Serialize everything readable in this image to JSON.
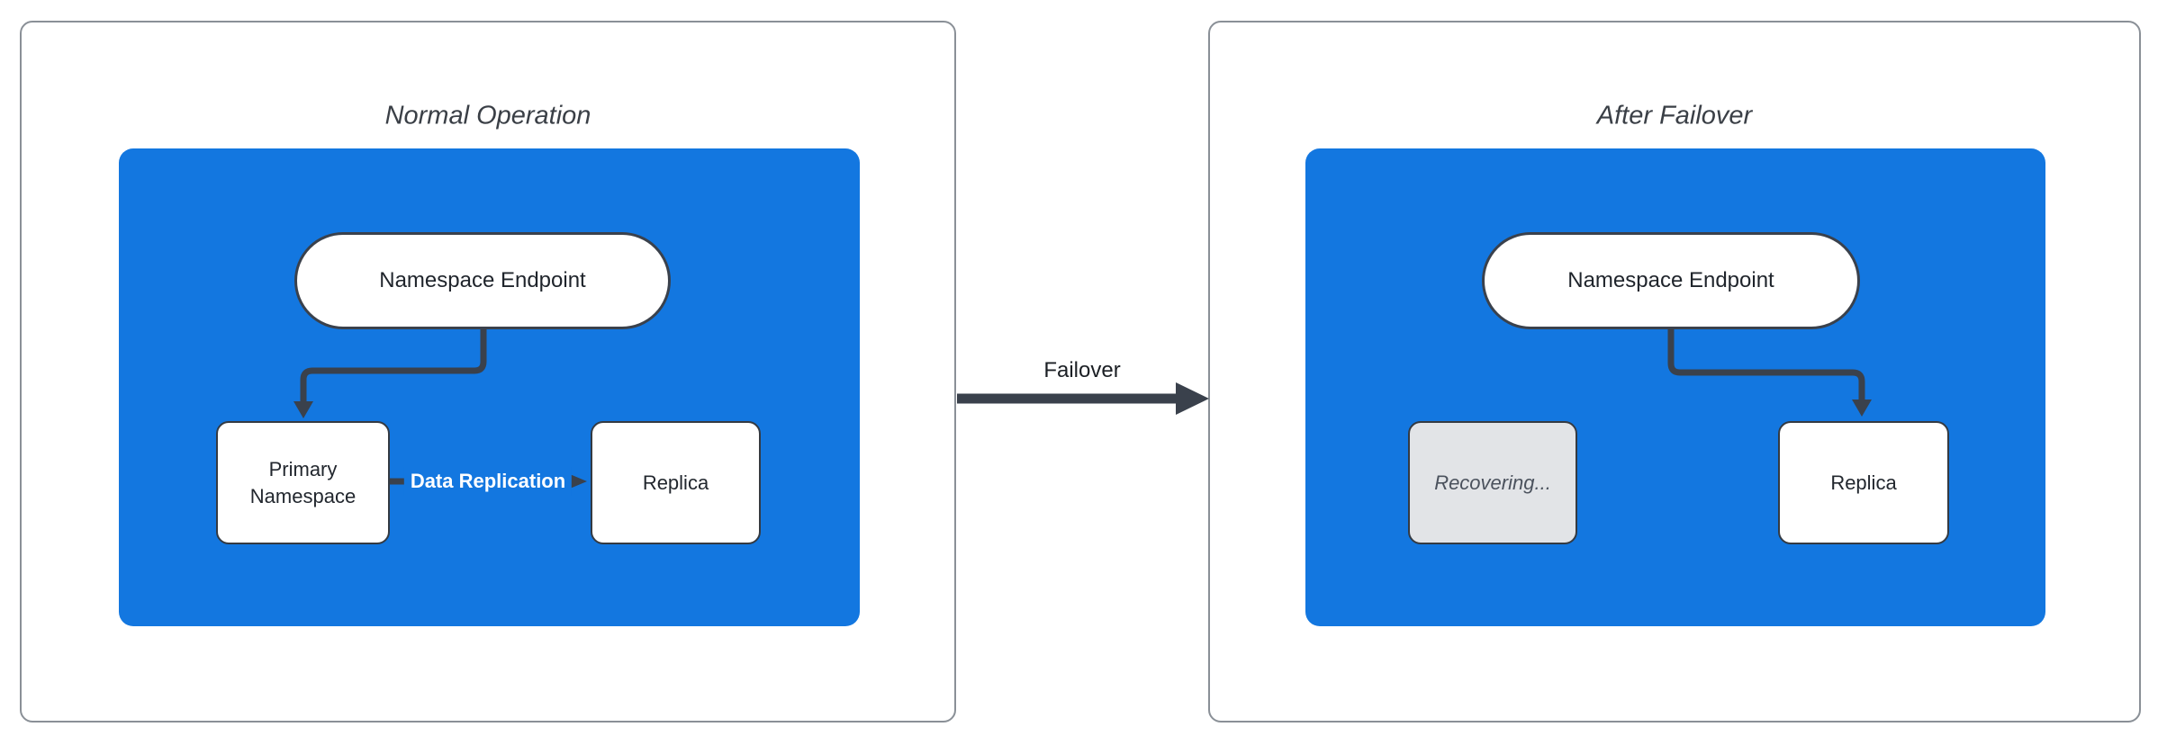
{
  "diagram": {
    "panels": [
      {
        "title": "Normal Operation",
        "endpoint": "Namespace Endpoint",
        "primary": "Primary Namespace",
        "replica": "Replica",
        "edge_label": "Data Replication"
      },
      {
        "title": "After Failover",
        "endpoint": "Namespace Endpoint",
        "recovering": "Recovering...",
        "replica": "Replica"
      }
    ],
    "transition": {
      "label": "Failover"
    },
    "colors": {
      "canvas_blue": "#1377e0",
      "connector_dark": "#3a414c",
      "recovering_fill": "#e2e4e7",
      "panel_border": "#8a9097"
    }
  }
}
